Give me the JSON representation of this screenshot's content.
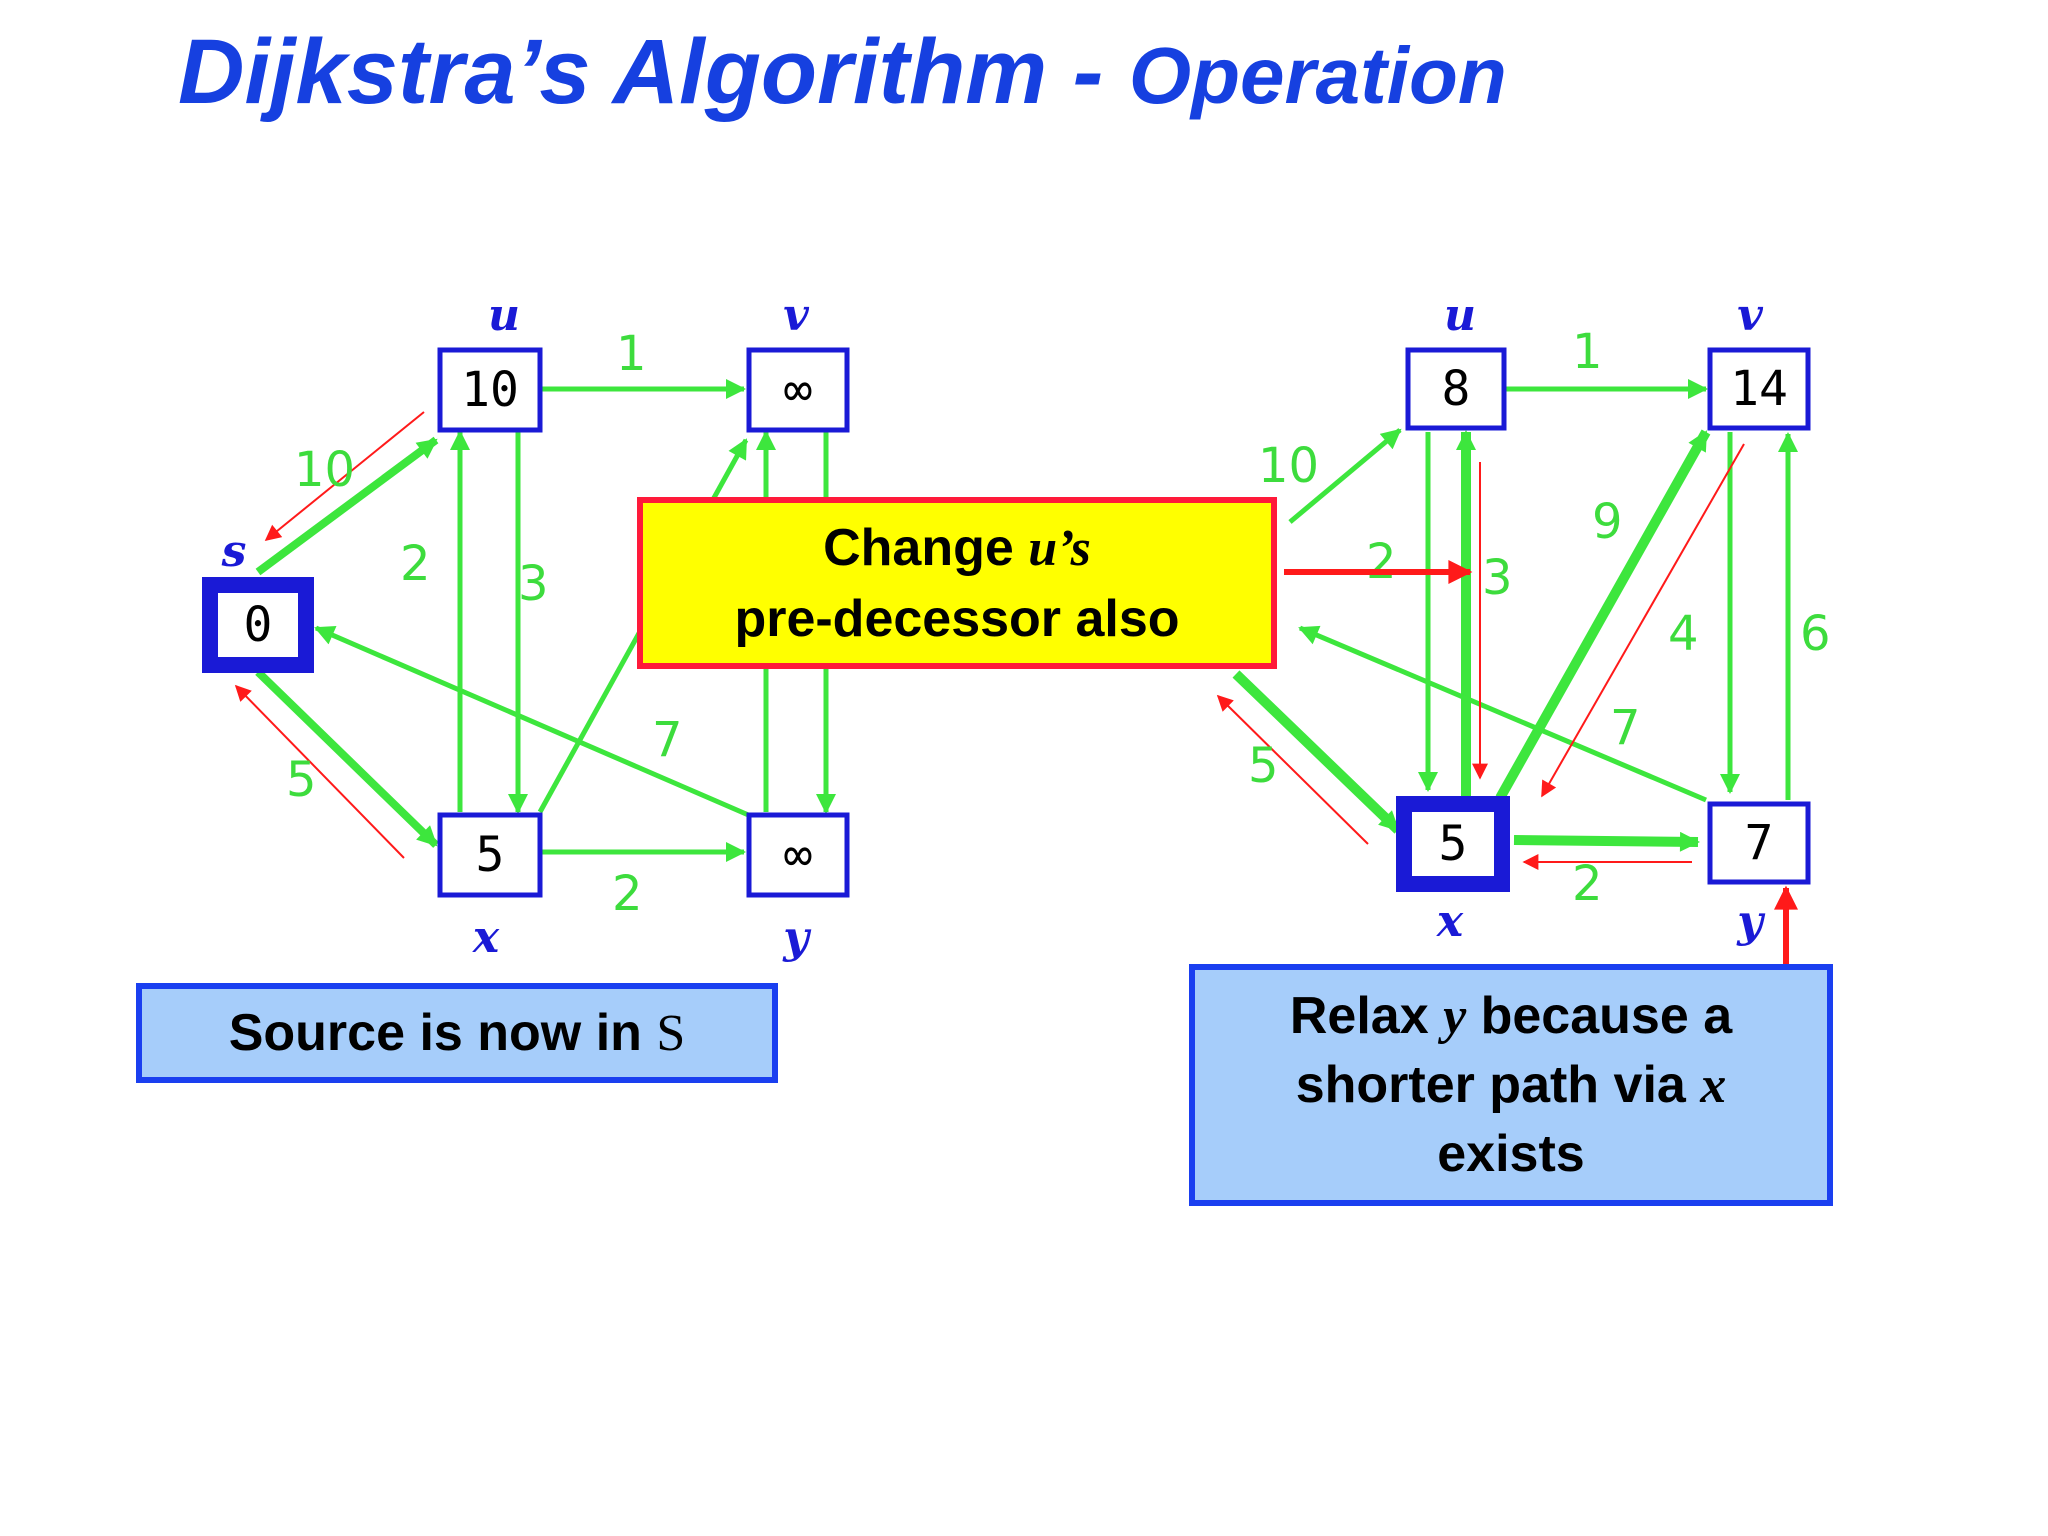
{
  "title": {
    "main": "Dijkstra’s Algorithm - ",
    "sub": "Operation"
  },
  "left_graph": {
    "nodes": {
      "s": {
        "label": "s",
        "value": "0"
      },
      "u": {
        "label": "u",
        "value": "10"
      },
      "v": {
        "label": "v",
        "value": "∞"
      },
      "x": {
        "label": "x",
        "value": "5"
      },
      "y": {
        "label": "y",
        "value": "∞"
      }
    },
    "weights": {
      "s_u": "10",
      "s_x": "5",
      "u_v": "1",
      "x_u": "2",
      "u_x": "3",
      "x_y": "2",
      "y_s": "7"
    }
  },
  "right_graph": {
    "nodes": {
      "u": {
        "label": "u",
        "value": "8"
      },
      "v": {
        "label": "v",
        "value": "14"
      },
      "x": {
        "label": "x",
        "value": "5"
      },
      "y": {
        "label": "y",
        "value": "7"
      }
    },
    "weights": {
      "s_u": "10",
      "s_x": "5",
      "u_v": "1",
      "x_u": "2",
      "u_x": "3",
      "x_v": "9",
      "v_y": "4",
      "y_v": "6",
      "y_s": "7",
      "x_y": "2"
    }
  },
  "callouts": {
    "source": {
      "text": "Source is now in ",
      "symbol": "S"
    },
    "change": {
      "line1_pre": "Change ",
      "line1_sym": "u’s",
      "line2": "pre-decessor also"
    },
    "relax": {
      "line1_pre": "Relax ",
      "line1_sym": "y",
      "line1_post": " because a",
      "line2_pre": "shorter path via ",
      "line2_sym": "x",
      "line3": "exists"
    }
  },
  "colors": {
    "title": "#1640e0",
    "edge": "#3de63d",
    "node_border": "#1a1ad6",
    "predecessor": "#ff1a1a",
    "callout_blue": "#a6cdfa",
    "callout_yellow": "#ffff00"
  }
}
